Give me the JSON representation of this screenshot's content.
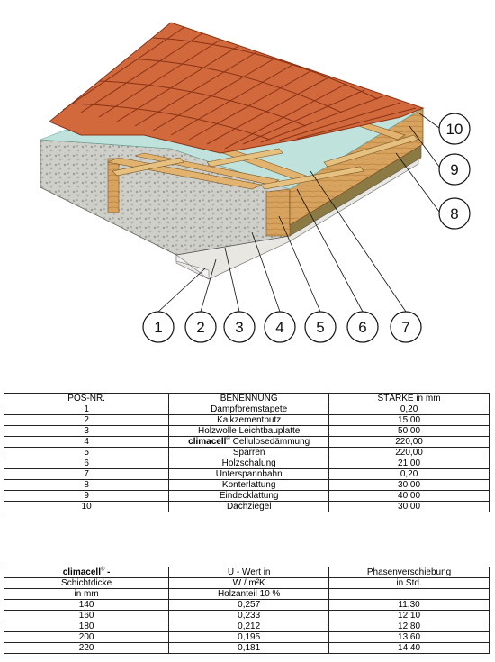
{
  "callouts": [
    "1",
    "2",
    "3",
    "4",
    "5",
    "6",
    "7",
    "8",
    "9",
    "10"
  ],
  "layers_table": {
    "headers": [
      "POS-NR.",
      "BENENNUNG",
      "STÄRKE in mm"
    ],
    "rows": [
      {
        "pos": "1",
        "name": "Dampfbremstapete",
        "thickness": "0,20"
      },
      {
        "pos": "2",
        "name": "Kalkzementputz",
        "thickness": "15,00"
      },
      {
        "pos": "3",
        "name": "Holzwolle Leichtbauplatte",
        "thickness": "50,00"
      },
      {
        "pos": "4",
        "brand": "climacell",
        "brand_mark": "®",
        "name": " Cellulosedämmung",
        "thickness": "220,00"
      },
      {
        "pos": "5",
        "name": "Sparren",
        "thickness": "220,00"
      },
      {
        "pos": "6",
        "name": "Holzschalung",
        "thickness": "21,00"
      },
      {
        "pos": "7",
        "name": "Unterspannbahn",
        "thickness": "0,20"
      },
      {
        "pos": "8",
        "name": "Konterlattung",
        "thickness": "30,00"
      },
      {
        "pos": "9",
        "name": "Eindecklattung",
        "thickness": "40,00"
      },
      {
        "pos": "10",
        "name": "Dachziegel",
        "thickness": "30,00"
      }
    ]
  },
  "uvalue_table": {
    "header1": {
      "brand": "climacell",
      "brand_mark": "®",
      "brand_suffix": " -",
      "col2": "U - Wert in",
      "col3": "Phasenverschiebung"
    },
    "header2": {
      "col1": "Schichtdicke",
      "col2": "W / m²K",
      "col3": "in Std."
    },
    "header3": {
      "col1": "in mm",
      "col2": "Holzanteil 10 %",
      "col3": ""
    },
    "rows": [
      {
        "thickness": "140",
        "u": "0,257",
        "phase": "11,30"
      },
      {
        "thickness": "160",
        "u": "0,233",
        "phase": "12,10"
      },
      {
        "thickness": "180",
        "u": "0,212",
        "phase": "12,80"
      },
      {
        "thickness": "200",
        "u": "0,195",
        "phase": "13,60"
      },
      {
        "thickness": "220",
        "u": "0,181",
        "phase": "14,40"
      }
    ]
  },
  "colors": {
    "tile": "#d2693c",
    "tile_dark": "#9b3f1f",
    "wood": "#d9a463",
    "insulation": "#c9c9c2",
    "membrane": "#bfe3dc"
  }
}
